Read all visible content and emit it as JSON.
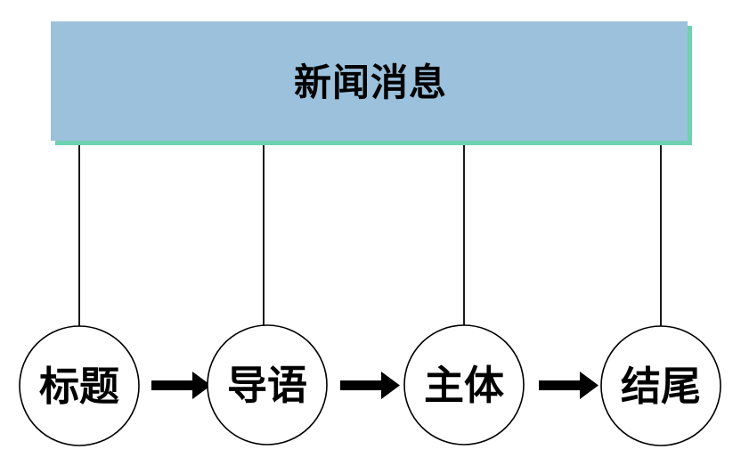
{
  "diagram": {
    "type": "flow-hierarchy",
    "title_box": {
      "label": "新闻消息",
      "fill_color": "#9BC1DC",
      "shadow_color": "#6ED1B0",
      "text_color": "#000000"
    },
    "nodes": [
      {
        "id": "node-1",
        "label": "标题",
        "shape": "circle"
      },
      {
        "id": "node-2",
        "label": "导语",
        "shape": "circle"
      },
      {
        "id": "node-3",
        "label": "主体",
        "shape": "circle"
      },
      {
        "id": "node-4",
        "label": "结尾",
        "shape": "circle"
      }
    ],
    "connectors": {
      "stem_count": 4,
      "arrow_count": 3,
      "line_color": "#000000",
      "arrow_color": "#000000"
    }
  }
}
